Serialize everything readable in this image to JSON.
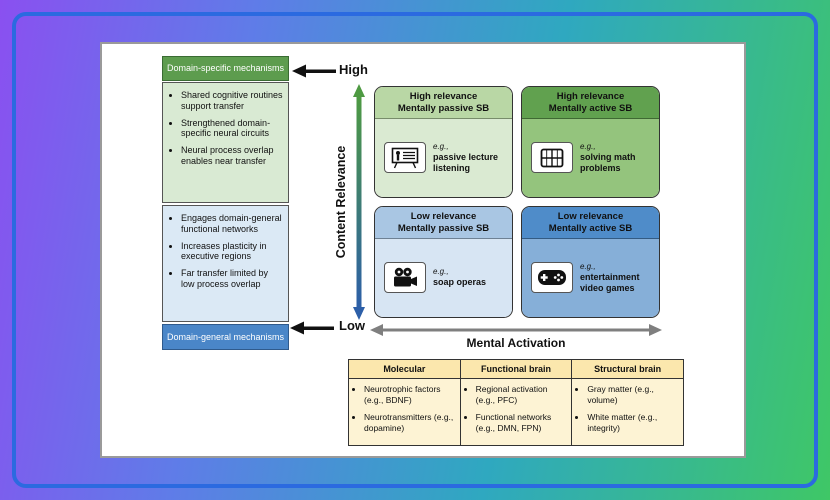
{
  "left_panel": {
    "top_header": "Domain-specific mechanisms",
    "top_bullets": [
      "Shared cognitive routines support transfer",
      "Strengthened domain-specific neural circuits",
      "Neural process overlap enables near transfer"
    ],
    "bottom_bullets": [
      "Engages domain-general functional networks",
      "Increases plasticity in executive regions",
      "Far transfer limited by low process overlap"
    ],
    "bottom_header": "Domain-general mechanisms"
  },
  "axes": {
    "high": "High",
    "low": "Low",
    "vertical": "Content Relevance",
    "horizontal": "Mental Activation"
  },
  "quadrants": {
    "top_left": {
      "line1": "High relevance",
      "line2": "Mentally passive SB",
      "eg": "e.g.,",
      "example": "passive lecture listening",
      "icon": "lecture-screen-icon"
    },
    "top_right": {
      "line1": "High relevance",
      "line2": "Mentally active SB",
      "eg": "e.g.,",
      "example": "solving math problems",
      "icon": "math-grid-icon"
    },
    "bottom_left": {
      "line1": "Low relevance",
      "line2": "Mentally passive SB",
      "eg": "e.g.,",
      "example": "soap operas",
      "icon": "movie-camera-icon"
    },
    "bottom_right": {
      "line1": "Low relevance",
      "line2": "Mentally active SB",
      "eg": "e.g.,",
      "example": "entertainment video games",
      "icon": "game-controller-icon"
    }
  },
  "table": {
    "columns": [
      {
        "header": "Molecular",
        "bullets": [
          "Neurotrophic factors (e.g., BDNF)",
          "Neurotransmitters (e.g., dopamine)"
        ]
      },
      {
        "header": "Functional brain",
        "bullets": [
          "Regional activation (e.g., PFC)",
          "Functional networks (e.g., DMN, FPN)"
        ]
      },
      {
        "header": "Structural brain",
        "bullets": [
          "Gray matter (e.g., volume)",
          "White matter (e.g., integrity)"
        ]
      }
    ]
  },
  "colors": {
    "domain_specific_green": "#5d9c4e",
    "domain_general_blue": "#4a86c8",
    "quad_light_green": "#daead2",
    "quad_mid_green": "#94c47d",
    "quad_light_blue": "#d7e5f3",
    "quad_mid_blue": "#86afd8",
    "table_header_tan": "#fbe7ad",
    "table_body_cream": "#fdf3d4",
    "frame_blue": "#2b6ae0"
  }
}
